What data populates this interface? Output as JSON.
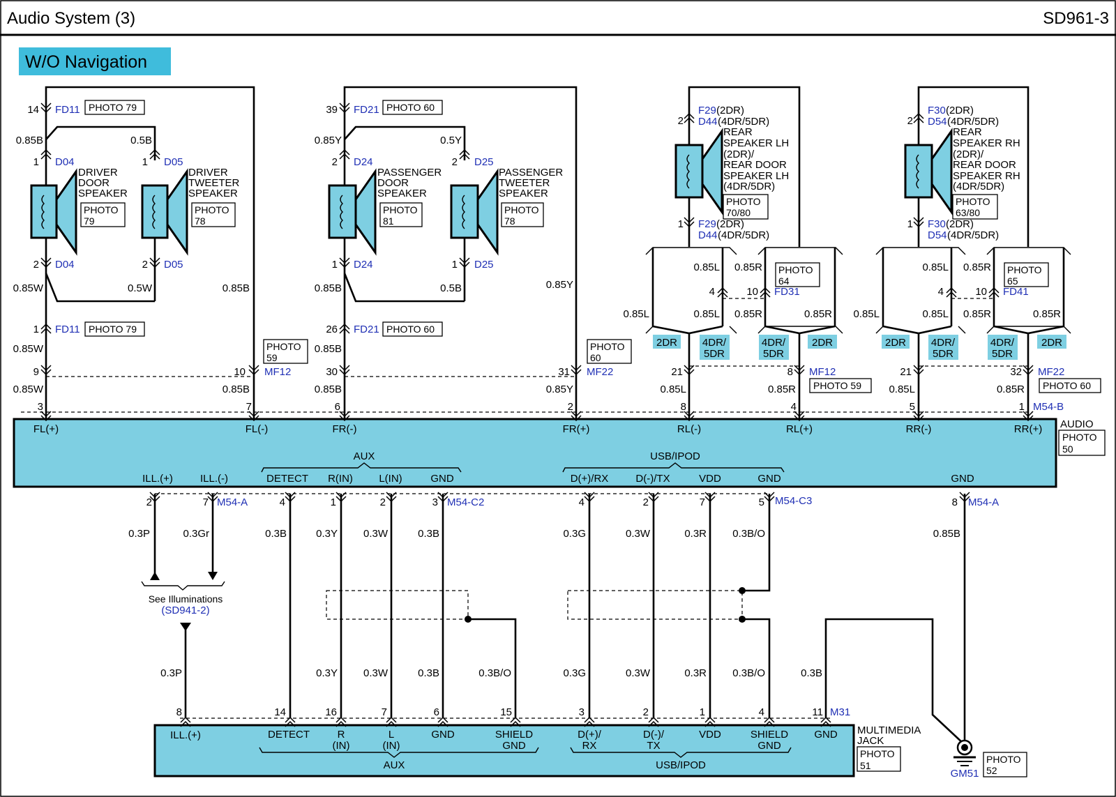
{
  "header": {
    "title": "Audio System (3)",
    "code": "SD961-3"
  },
  "variant_label": "W/O Navigation",
  "colors": {
    "fill": "#7ecfe2",
    "connector_blue": "#1f2fb4",
    "line": "#000000"
  },
  "audio_unit": {
    "name": "AUDIO",
    "photo_1": "PHOTO",
    "photo_2": "50",
    "connector_b": "M54-B",
    "connector_a": "M54-A",
    "connector_c2": "M54-C2",
    "connector_c3": "M54-C3",
    "aux_group": "AUX",
    "usb_group": "USB/IPOD",
    "top_pins": [
      {
        "label": "FL(+)",
        "num": "3"
      },
      {
        "label": "FL(-)",
        "num": "7"
      },
      {
        "label": "FR(-)",
        "num": "6"
      },
      {
        "label": "FR(+)",
        "num": "2"
      },
      {
        "label": "RL(-)",
        "num": "8"
      },
      {
        "label": "RL(+)",
        "num": "4"
      },
      {
        "label": "RR(-)",
        "num": "5"
      },
      {
        "label": "RR(+)",
        "num": "1"
      }
    ],
    "bottom_pins": [
      {
        "label": "ILL.(+)",
        "num": "2"
      },
      {
        "label": "ILL.(-)",
        "num": "7"
      },
      {
        "label": "DETECT",
        "num": "4"
      },
      {
        "label": "R(IN)",
        "num": "1"
      },
      {
        "label": "L(IN)",
        "num": "2"
      },
      {
        "label": "GND",
        "num": "3"
      },
      {
        "label": "D(+)/RX",
        "num": "4"
      },
      {
        "label": "D(-)/TX",
        "num": "2"
      },
      {
        "label": "VDD",
        "num": "7"
      },
      {
        "label": "GND",
        "num": "5"
      },
      {
        "label": "GND",
        "num": "8"
      }
    ]
  },
  "jack": {
    "name_1": "MULTIMEDIA",
    "name_2": "JACK",
    "photo_1": "PHOTO",
    "photo_2": "51",
    "connector": "M31",
    "aux_group": "AUX",
    "usb_group": "USB/IPOD",
    "pins": [
      {
        "l1": "ILL.(+)",
        "l2": "",
        "num": "8"
      },
      {
        "l1": "DETECT",
        "l2": "",
        "num": "14"
      },
      {
        "l1": "R",
        "l2": "(IN)",
        "num": "16"
      },
      {
        "l1": "L",
        "l2": "(IN)",
        "num": "7"
      },
      {
        "l1": "GND",
        "l2": "",
        "num": "6"
      },
      {
        "l1": "SHIELD",
        "l2": "GND",
        "num": "15"
      },
      {
        "l1": "D(+)/",
        "l2": "RX",
        "num": "3"
      },
      {
        "l1": "D(-)/",
        "l2": "TX",
        "num": "2"
      },
      {
        "l1": "VDD",
        "l2": "",
        "num": "1"
      },
      {
        "l1": "SHIELD",
        "l2": "GND",
        "num": "4"
      },
      {
        "l1": "GND",
        "l2": "",
        "num": "11"
      }
    ]
  },
  "ground": {
    "id": "GM51",
    "photo_1": "PHOTO",
    "photo_2": "52"
  },
  "illum": {
    "text": "See Illuminations",
    "ref": "(SD941-2)"
  },
  "speakers": {
    "driver_door": {
      "l1": "DRIVER",
      "l2": "DOOR",
      "l3": "SPEAKER",
      "photo": "79"
    },
    "driver_tweeter": {
      "l1": "DRIVER",
      "l2": "TWEETER",
      "l3": "SPEAKER",
      "photo": "78"
    },
    "pass_door": {
      "l1": "PASSENGER",
      "l2": "DOOR",
      "l3": "SPEAKER",
      "photo": "81"
    },
    "pass_tweeter": {
      "l1": "PASSENGER",
      "l2": "TWEETER",
      "l3": "SPEAKER",
      "photo": "78"
    },
    "rear_lh": {
      "lines": [
        "REAR",
        "SPEAKER LH",
        "(2DR)/",
        "REAR DOOR",
        "SPEAKER LH",
        "(4DR/5DR)"
      ],
      "photo": "70/80"
    },
    "rear_rh": {
      "lines": [
        "REAR",
        "SPEAKER RH",
        "(2DR)/",
        "REAR DOOR",
        "SPEAKER RH",
        "(4DR/5DR)"
      ],
      "photo": "63/80"
    }
  },
  "photo_word": "PHOTO",
  "connectors": {
    "FD11": "FD11",
    "D04": "D04",
    "D05": "D05",
    "FD21": "FD21",
    "D24": "D24",
    "D25": "D25",
    "MF12": "MF12",
    "MF22": "MF22",
    "F29": "F29",
    "D44": "D44",
    "F30": "F30",
    "D54": "D54",
    "FD31": "FD31",
    "FD41": "FD41"
  },
  "tags": {
    "t2dr": "2DR",
    "t4dr_1": "4DR/",
    "t4dr_2": "5DR",
    "paren_2dr": "(2DR)",
    "paren_4dr": "(4DR/5DR)"
  },
  "photo_boxes": {
    "photo79": "PHOTO 79",
    "photo60": "PHOTO 60",
    "photo59": "PHOTO 59",
    "p59_num": "59",
    "p60_num": "60",
    "p64_num": "64",
    "p65_num": "65"
  },
  "wires": {
    "w085B": "0.85B",
    "w05B": "0.5B",
    "w085W": "0.85W",
    "w05W": "0.5W",
    "w085Y": "0.85Y",
    "w05Y": "0.5Y",
    "w085L": "0.85L",
    "w085R": "0.85R",
    "w03P": "0.3P",
    "w03Gr": "0.3Gr",
    "w03B": "0.3B",
    "w03Y": "0.3Y",
    "w03W": "0.3W",
    "w03G": "0.3G",
    "w03R": "0.3R",
    "w03BO": "0.3B/O"
  },
  "pins": {
    "p1": "1",
    "p2": "2",
    "p4": "4",
    "p8": "8",
    "p9": "9",
    "p10": "10",
    "p14": "14",
    "p21": "21",
    "p26": "26",
    "p30": "30",
    "p31": "31",
    "p32": "32",
    "p39": "39"
  }
}
